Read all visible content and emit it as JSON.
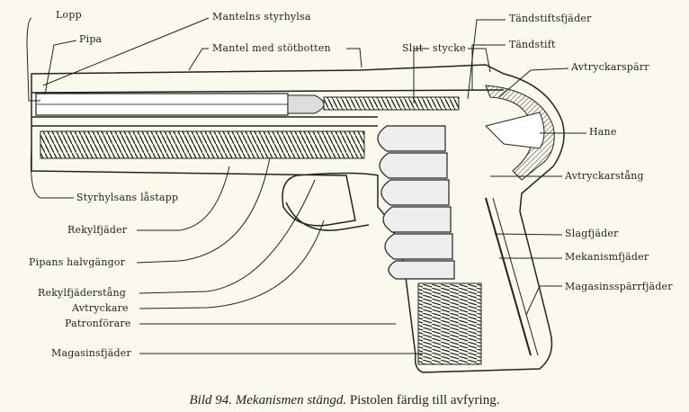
{
  "figure": {
    "caption_number": "Bild 94.",
    "caption_title": "Mekanismen stängd.",
    "caption_text": "Pistolen färdig till avfyring."
  },
  "labels": {
    "lopp": "Lopp",
    "pipa": "Pipa",
    "mantelns_styrhylsa": "Mantelns styrhylsa",
    "mantel_med_stotbotten": "Mantel med stötbotten",
    "slut": "Slut-",
    "stycke": "stycke",
    "tandstiftsfjader": "Tändstiftsfjäder",
    "tandstift": "Tändstift",
    "avtryckarsparr": "Avtryckarspärr",
    "hane": "Hane",
    "avtryckarstang": "Avtryckarstång",
    "slagfjader": "Slagfjäder",
    "mekanismfjader": "Mekanismfjäder",
    "magasinssparrfjader": "Magasinsspärrfjäder",
    "styrhylsans_lastapp": "Styrhylsans låstapp",
    "rekylfjader": "Rekylfjäder",
    "pipans_halvgangor": "Pipans halvgängor",
    "rekylfjaderstang": "Rekylfjäderstång",
    "avtryckare": "Avtryckare",
    "patronforare": "Patronförare",
    "magasinsfjader": "Magasinsfjäder"
  }
}
